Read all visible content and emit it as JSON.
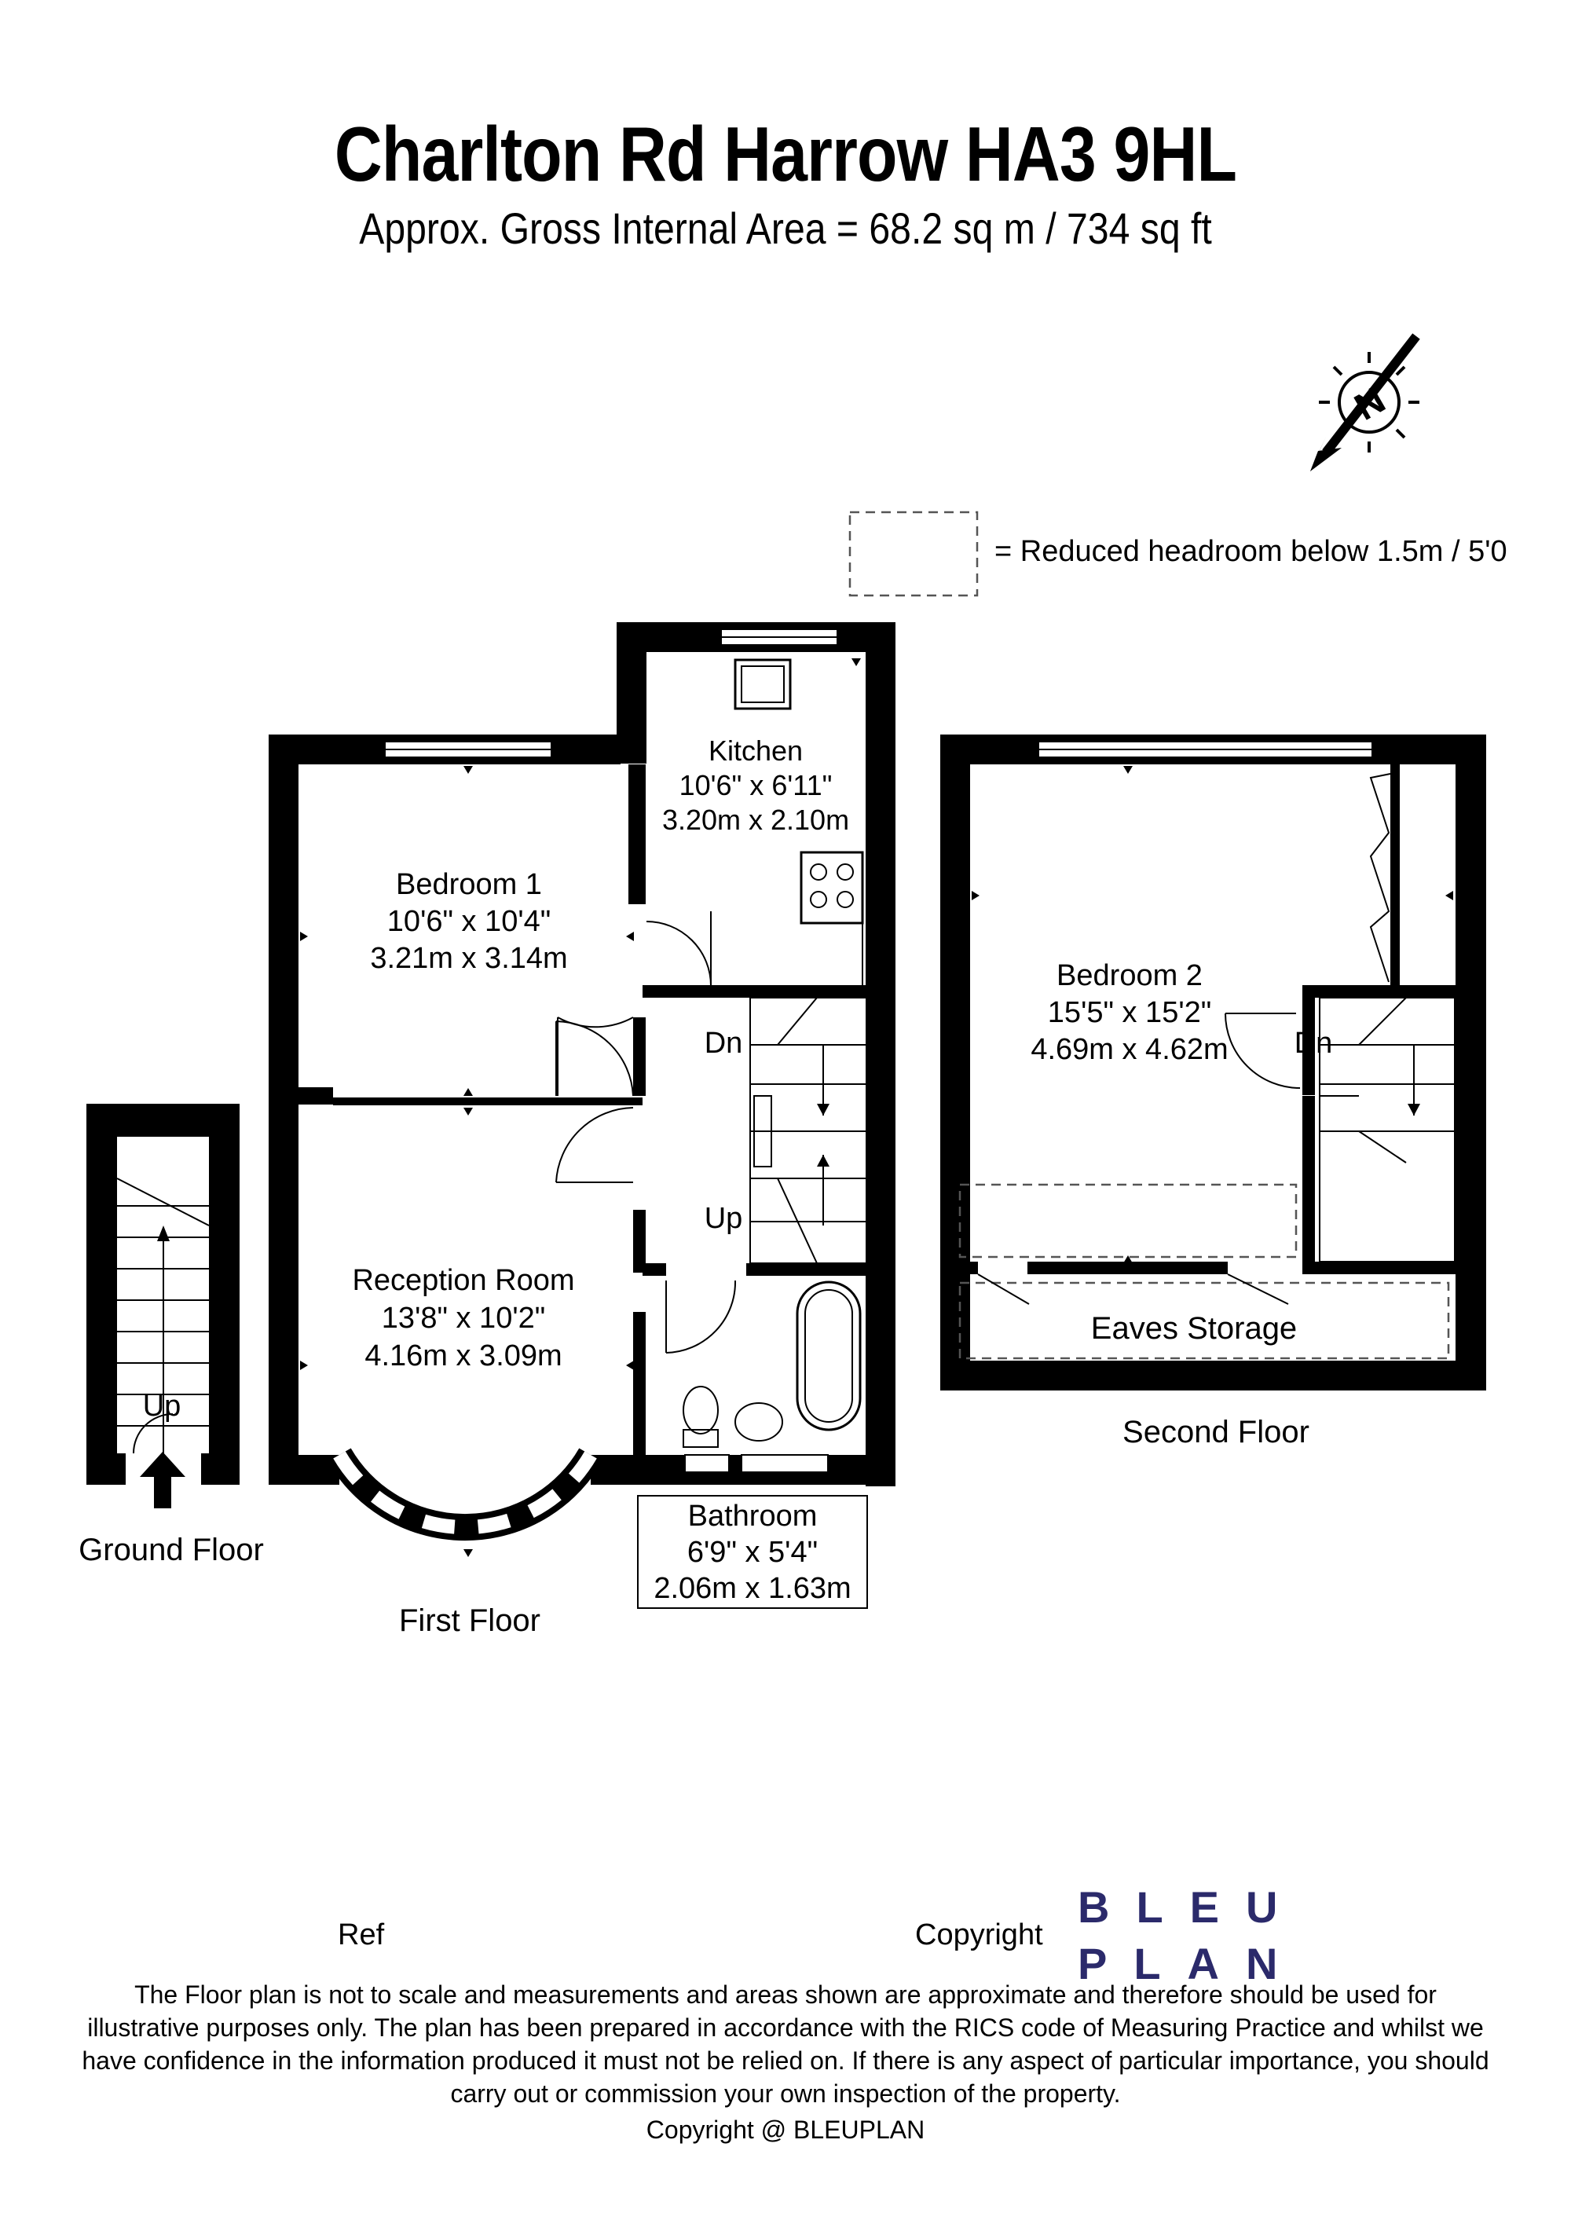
{
  "header": {
    "title": "Charlton Rd Harrow HA3 9HL",
    "subtitle": "Approx. Gross Internal Area = 68.2 sq m / 734 sq ft"
  },
  "compass": {
    "letter": "N",
    "icon": "north-arrow-icon"
  },
  "legend": {
    "text": "= Reduced headroom below 1.5m / 5'0"
  },
  "rooms": {
    "kitchen": {
      "name": "Kitchen",
      "imperial": "10'6\" x 6'11\"",
      "metric": "3.20m x 2.10m"
    },
    "bedroom1": {
      "name": "Bedroom 1",
      "imperial": "10'6\" x 10'4\"",
      "metric": "3.21m x 3.14m"
    },
    "reception": {
      "name": "Reception Room",
      "imperial": "13'8\" x 10'2\"",
      "metric": "4.16m x 3.09m"
    },
    "bathroom": {
      "name": "Bathroom",
      "imperial": "6'9\" x 5'4\"",
      "metric": "2.06m x 1.63m"
    },
    "bedroom2": {
      "name": "Bedroom 2",
      "imperial": "15'5\" x 15'2\"",
      "metric": "4.69m x 4.62m"
    },
    "eaves": {
      "name": "Eaves Storage"
    }
  },
  "stairs": {
    "dn": "Dn",
    "up": "Up"
  },
  "floors": {
    "ground": "Ground Floor",
    "first": "First Floor",
    "second": "Second Floor"
  },
  "footer": {
    "ref": "Ref",
    "copyright_label": "Copyright",
    "brand_line1": "BLEU",
    "brand_line2": "PLAN",
    "brand_color": "#2b2a6b",
    "disclaimer": [
      "The Floor plan is not to scale and measurements and areas shown are approximate and therefore should be used for",
      "illustrative purposes only. The plan has been prepared in accordance with the RICS code of Measuring Practice and whilst we",
      "have confidence in the information produced it must not be relied on. If there is any aspect of particular importance, you should",
      "carry out or commission your own inspection of the property."
    ],
    "copyright_line": "Copyright @ BLEUPLAN"
  }
}
